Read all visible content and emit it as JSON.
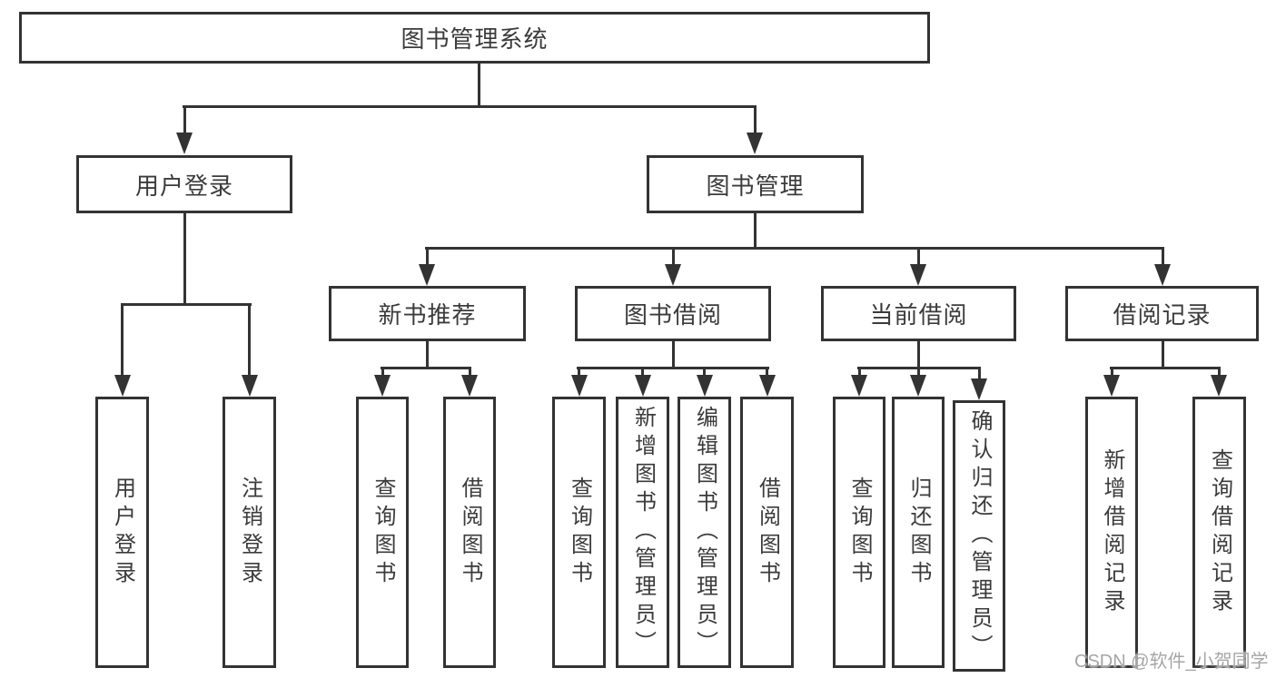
{
  "diagram": {
    "title": "图书管理系统",
    "watermark": "CSDN @软件_小贺同学",
    "colors": {
      "line": "#333333",
      "border": "#333333",
      "text": "#3b3b3b",
      "background": "#ffffff",
      "watermark": "#a6a6a6"
    },
    "nodes": {
      "root": {
        "label": "图书管理系统"
      },
      "user_login": {
        "label": "用户登录"
      },
      "book_management": {
        "label": "图书管理"
      },
      "new_book_recommend": {
        "label": "新书推荐"
      },
      "book_borrow": {
        "label": "图书借阅"
      },
      "current_borrow": {
        "label": "当前借阅"
      },
      "borrow_record": {
        "label": "借阅记录"
      },
      "leaf_user_login": {
        "label": "用户登录"
      },
      "leaf_logout_login": {
        "label": "注销登录"
      },
      "leaf_nbr_query_book": {
        "label": "查询图书"
      },
      "leaf_nbr_borrow_book": {
        "label": "借阅图书"
      },
      "leaf_bb_query_book": {
        "label": "查询图书"
      },
      "leaf_bb_add_book": {
        "label": "新增图书（管理员）"
      },
      "leaf_bb_edit_book": {
        "label": "编辑图书（管理员）"
      },
      "leaf_bb_borrow_book": {
        "label": "借阅图书"
      },
      "leaf_cb_query_book": {
        "label": "查询图书"
      },
      "leaf_cb_return_book": {
        "label": "归还图书"
      },
      "leaf_cb_confirm_return": {
        "label": "确认归还（管理员）"
      },
      "leaf_br_add_record": {
        "label": "新增借阅记录"
      },
      "leaf_br_query_record": {
        "label": "查询借阅记录"
      }
    }
  }
}
